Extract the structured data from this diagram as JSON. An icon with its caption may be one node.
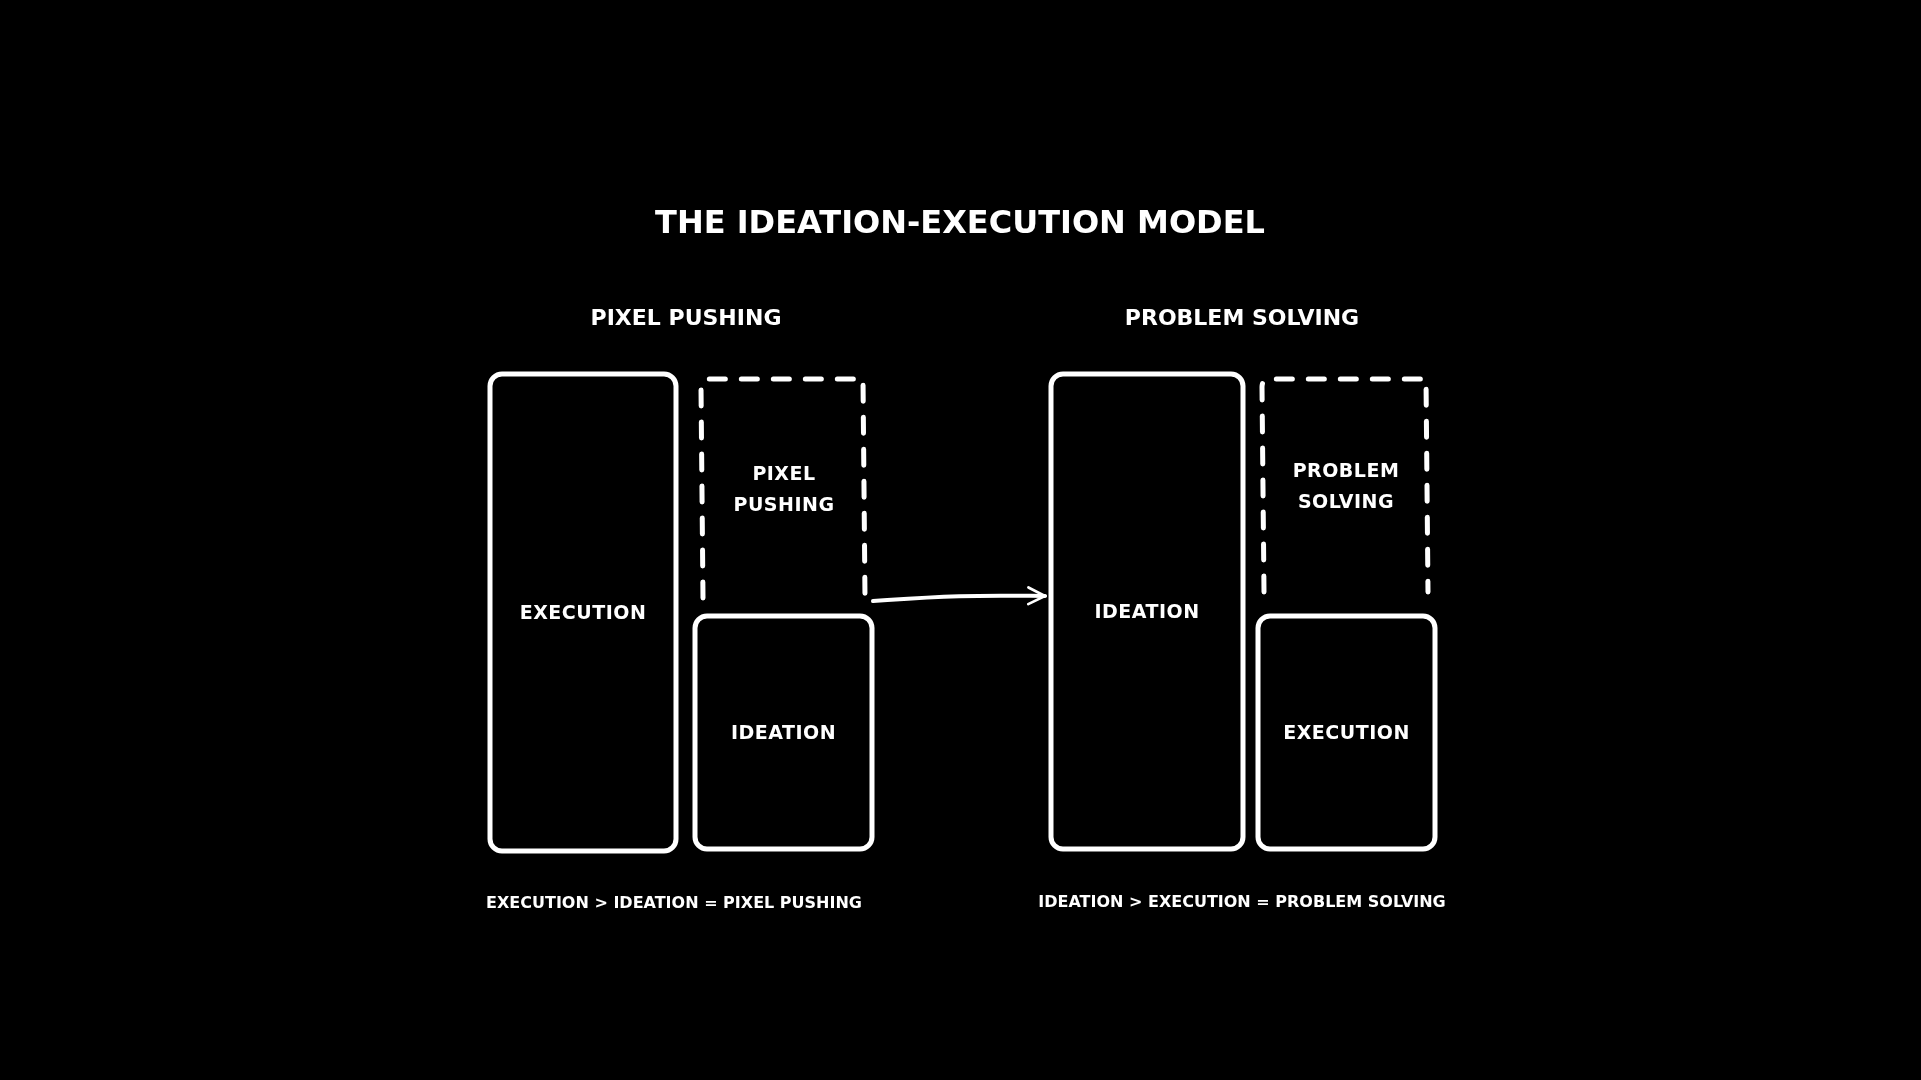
{
  "diagram": {
    "title": "THE IDEATION-EXECUTION MODEL",
    "nodes": [
      {
        "text": [
          "EXECUTION"
        ]
      },
      {
        "text": [
          "PIXEL PUSHING"
        ]
      },
      {
        "text": [
          "IDEATION"
        ]
      },
      {
        "text": [
          "IDEATION"
        ]
      },
      {
        "text": [
          "PROBLEM SOLVING"
        ]
      },
      {
        "text": [
          "EXECUTION"
        ]
      }
    ],
    "edges": [
      {
        "from": 1,
        "to": 3,
        "arrow": "to"
      }
    ],
    "labels": [
      "PIXEL PUSHING",
      "PROBLEM SOLVING",
      "EXECUTION > IDEATION = PIXEL PUSHING",
      "IDEATION > EXECUTION = PROBLEM SOLVING"
    ]
  }
}
